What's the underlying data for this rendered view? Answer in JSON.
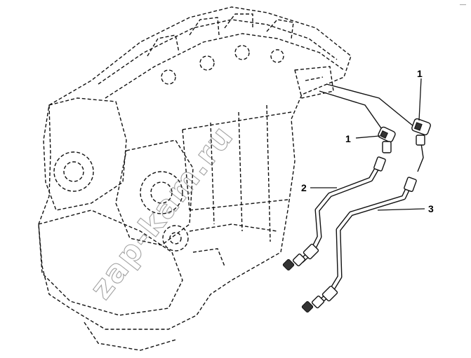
{
  "callouts": [
    {
      "id": "1a",
      "text": "1"
    },
    {
      "id": "1b",
      "text": "1"
    },
    {
      "id": "2",
      "text": "2"
    },
    {
      "id": "3",
      "text": "3"
    }
  ],
  "watermark": "zap-kam.ru",
  "corner_mark": "—",
  "colors": {
    "line": "#111111",
    "background": "#ffffff",
    "watermark": "#555555"
  }
}
